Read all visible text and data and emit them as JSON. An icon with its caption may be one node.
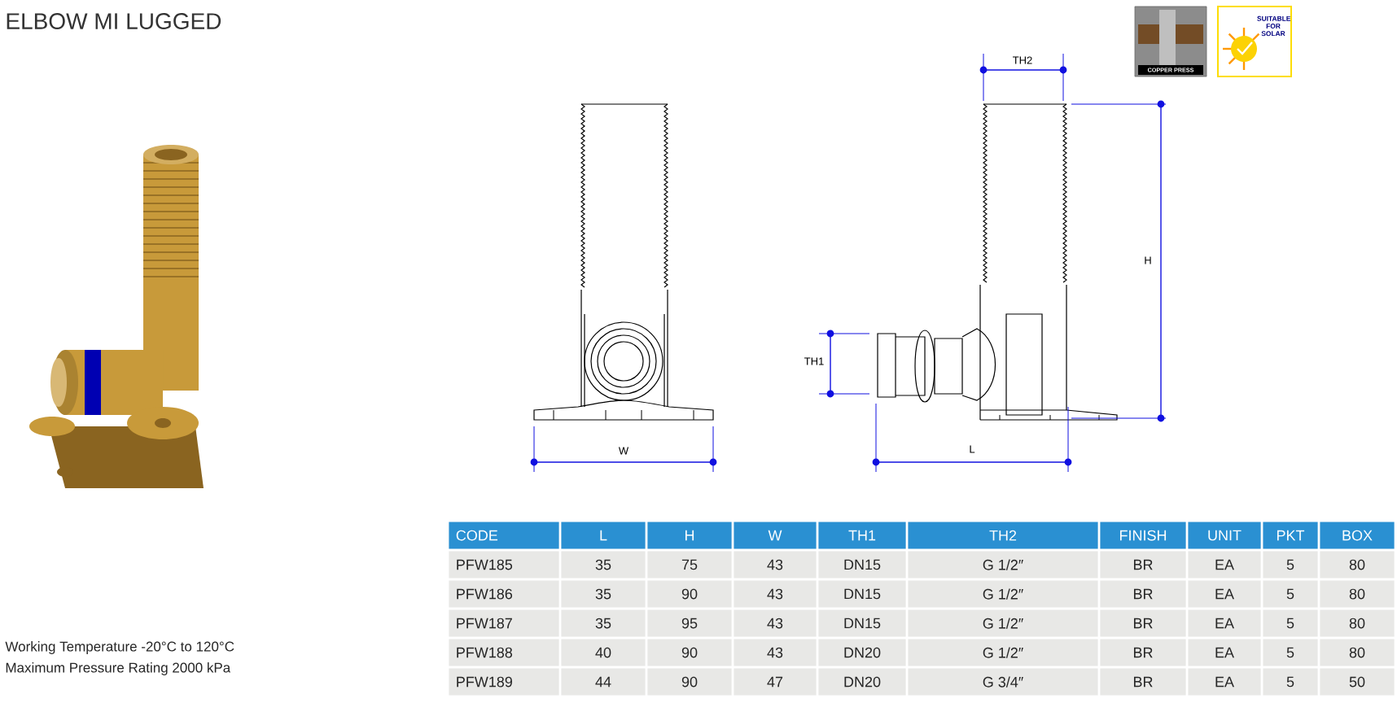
{
  "diagram": {
    "title": "ELBOW MI LUGGED",
    "labels": [
      "COPPER PRESS",
      "SUITABLE FOR SOLAR",
      "TH2",
      "H",
      "TH1",
      "W",
      "L",
      "CODE",
      "L",
      "H",
      "W",
      "TH1",
      "TH2",
      "FINISH",
      "UNIT",
      "PKT",
      "BOX",
      "PFW185",
      "35",
      "75",
      "43",
      "DN15",
      "G 1/2″",
      "BR",
      "EA",
      "5",
      "80",
      "PFW186",
      "35",
      "90",
      "43",
      "DN15",
      "G 1/2″",
      "BR",
      "EA",
      "5",
      "80",
      "PFW187",
      "35",
      "95",
      "43",
      "DN15",
      "G 1/2″",
      "BR",
      "EA",
      "5",
      "80",
      "PFW188",
      "40",
      "90",
      "43",
      "DN20",
      "G 1/2″",
      "BR",
      "EA",
      "5",
      "80",
      "PFW189",
      "44",
      "90",
      "47",
      "DN20",
      "G 3/4″",
      "BR",
      "EA",
      "5",
      "50",
      "Working Temperature  -20°C to 120°C",
      "Maximum Pressure Rating  2000 kPa"
    ]
  }
}
